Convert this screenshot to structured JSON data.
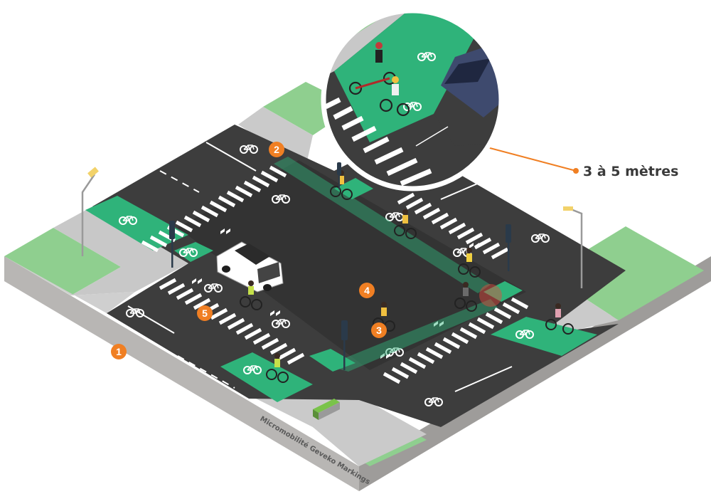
{
  "callout": {
    "label": "3 à 5 mètres"
  },
  "base_label": "Micromobilité Geveko Markings",
  "markers": [
    {
      "id": "1",
      "label": "1"
    },
    {
      "id": "2",
      "label": "2"
    },
    {
      "id": "3",
      "label": "3"
    },
    {
      "id": "4",
      "label": "4"
    },
    {
      "id": "5",
      "label": "5"
    }
  ],
  "colors": {
    "asphalt": "#3d3d3d",
    "bike_lane": "#2fb37a",
    "grass": "#8fcf8f",
    "sidewalk": "#c9c9c9",
    "marker": "#f07f23",
    "callout_line": "#f07f23"
  },
  "icons": [
    "bicycle-icon",
    "traffic-light-icon",
    "street-lamp-icon",
    "car-icon",
    "cyclist-icon",
    "arrow-icon"
  ]
}
